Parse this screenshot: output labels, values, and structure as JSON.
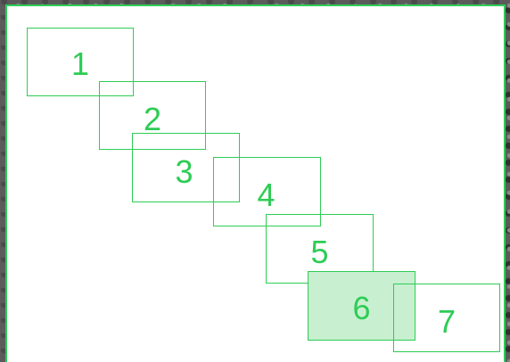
{
  "windows": [
    {
      "id": "1",
      "label": "1",
      "selected": false
    },
    {
      "id": "2",
      "label": "2",
      "selected": false
    },
    {
      "id": "3",
      "label": "3",
      "selected": false
    },
    {
      "id": "4",
      "label": "4",
      "selected": false
    },
    {
      "id": "5",
      "label": "5",
      "selected": false
    },
    {
      "id": "6",
      "label": "6",
      "selected": true
    },
    {
      "id": "7",
      "label": "7",
      "selected": false
    }
  ],
  "colors": {
    "accent": "#2ecc55",
    "selected_fill": "#c8f0d0",
    "canvas": "#ffffff"
  }
}
